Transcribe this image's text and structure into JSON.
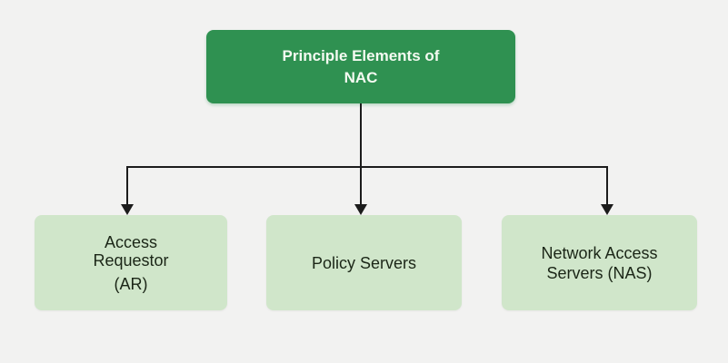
{
  "diagram": {
    "title": "Principle Elements of NAC",
    "root": {
      "label": "Principle Elements of NAC",
      "label_lines": [
        "Principle Elements of",
        "NAC"
      ]
    },
    "children": [
      {
        "id": "access-requestor",
        "label": "Access Requestor (AR)",
        "label_lines": [
          "Access",
          "Requestor",
          "(AR)"
        ]
      },
      {
        "id": "policy-servers",
        "label": "Policy Servers",
        "label_lines": [
          "Policy Servers"
        ]
      },
      {
        "id": "network-access-servers",
        "label": "Network Access Servers (NAS)",
        "label_lines": [
          "Network Access",
          "Servers (NAS)"
        ]
      }
    ],
    "connections": [
      {
        "from": "Principle Elements of NAC",
        "to": "Access Requestor (AR)",
        "arrow": "down"
      },
      {
        "from": "Principle Elements of NAC",
        "to": "Policy Servers",
        "arrow": "down"
      },
      {
        "from": "Principle Elements of NAC",
        "to": "Network Access Servers (NAS)",
        "arrow": "down"
      }
    ]
  },
  "colors": {
    "background": "#F2F2F1",
    "root_fill": "#2F9151",
    "root_text": "#F4FAF1",
    "child_fill": "#D0E6CA",
    "child_text": "#1B2617",
    "connector": "#1C1C1C"
  }
}
